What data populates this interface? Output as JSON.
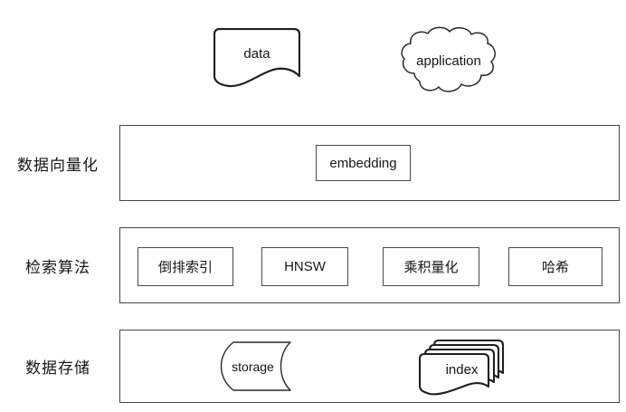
{
  "diagram": {
    "top": {
      "data_label": "data",
      "application_label": "application"
    },
    "layers": [
      {
        "name": "数据向量化",
        "items": [
          "embedding"
        ]
      },
      {
        "name": "检索算法",
        "items": [
          "倒排索引",
          "HNSW",
          "乘积量化",
          "哈希"
        ]
      },
      {
        "name": "数据存储",
        "items": [
          "storage",
          "index"
        ]
      }
    ],
    "colors": {
      "background": "#ffffff",
      "shape_stroke": "#1f1f1f",
      "band_border": "#464646",
      "box_border": "#4a4a4a",
      "text": "#161616"
    }
  }
}
